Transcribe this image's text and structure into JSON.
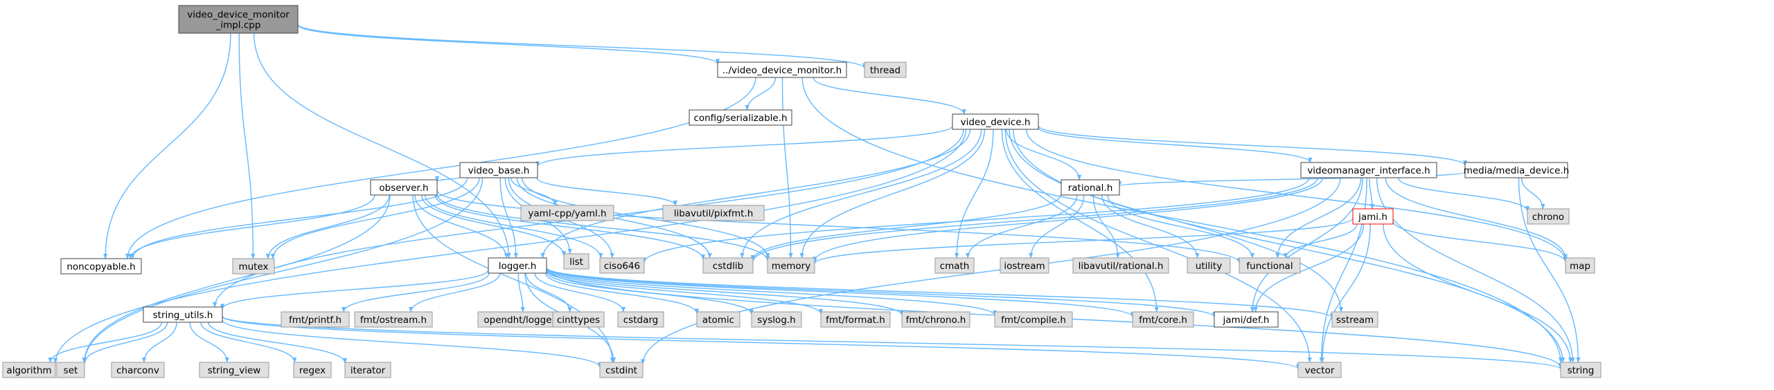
{
  "styles": {
    "edge_color": "#63b8ff",
    "root_fill": "#999999",
    "local_fill": "#ffffff",
    "system_fill": "#e0e0e0",
    "system_stroke": "#999999",
    "local_stroke": "#404040",
    "highlight_stroke": "#ff0000"
  },
  "nodes": [
    {
      "id": "root",
      "kind": "root",
      "lines": [
        "video_device_monitor",
        "_impl.cpp"
      ]
    },
    {
      "id": "thread",
      "kind": "system",
      "lines": [
        "thread"
      ]
    },
    {
      "id": "vdm_h",
      "kind": "local",
      "lines": [
        "../video_device_monitor.h"
      ]
    },
    {
      "id": "config",
      "kind": "local",
      "lines": [
        "config/serializable.h"
      ]
    },
    {
      "id": "video_device",
      "kind": "local",
      "lines": [
        "video_device.h"
      ]
    },
    {
      "id": "video_base",
      "kind": "local",
      "lines": [
        "video_base.h"
      ]
    },
    {
      "id": "vmi",
      "kind": "local",
      "lines": [
        "videomanager_interface.h"
      ]
    },
    {
      "id": "media_device",
      "kind": "local",
      "lines": [
        "media/media_device.h"
      ]
    },
    {
      "id": "yaml",
      "kind": "system",
      "lines": [
        "yaml-cpp/yaml.h"
      ]
    },
    {
      "id": "pixfmt",
      "kind": "system",
      "lines": [
        "libavutil/pixfmt.h"
      ]
    },
    {
      "id": "chrono",
      "kind": "system",
      "lines": [
        "chrono"
      ]
    },
    {
      "id": "observer",
      "kind": "local",
      "lines": [
        "observer.h"
      ]
    },
    {
      "id": "rational",
      "kind": "local",
      "lines": [
        "rational.h"
      ]
    },
    {
      "id": "jami",
      "kind": "highlight",
      "lines": [
        "jami.h"
      ]
    },
    {
      "id": "noncopyable",
      "kind": "local",
      "lines": [
        "noncopyable.h"
      ]
    },
    {
      "id": "mutex",
      "kind": "system",
      "lines": [
        "mutex"
      ]
    },
    {
      "id": "list",
      "kind": "system",
      "lines": [
        "list"
      ]
    },
    {
      "id": "ciso646",
      "kind": "system",
      "lines": [
        "ciso646"
      ]
    },
    {
      "id": "cstdlib",
      "kind": "system",
      "lines": [
        "cstdlib"
      ]
    },
    {
      "id": "memory",
      "kind": "system",
      "lines": [
        "memory"
      ]
    },
    {
      "id": "cmath",
      "kind": "system",
      "lines": [
        "cmath"
      ]
    },
    {
      "id": "iostream",
      "kind": "system",
      "lines": [
        "iostream"
      ]
    },
    {
      "id": "avrational",
      "kind": "system",
      "lines": [
        "libavutil/rational.h"
      ]
    },
    {
      "id": "utility",
      "kind": "system",
      "lines": [
        "utility"
      ]
    },
    {
      "id": "functional",
      "kind": "system",
      "lines": [
        "functional"
      ]
    },
    {
      "id": "map",
      "kind": "system",
      "lines": [
        "map"
      ]
    },
    {
      "id": "logger",
      "kind": "local",
      "lines": [
        "logger.h"
      ]
    },
    {
      "id": "string_utils",
      "kind": "local",
      "lines": [
        "string_utils.h"
      ]
    },
    {
      "id": "fmt_printf",
      "kind": "system",
      "lines": [
        "fmt/printf.h"
      ]
    },
    {
      "id": "fmt_ostream",
      "kind": "system",
      "lines": [
        "fmt/ostream.h"
      ]
    },
    {
      "id": "opendht",
      "kind": "system",
      "lines": [
        "opendht/logger.h"
      ]
    },
    {
      "id": "cinttypes",
      "kind": "system",
      "lines": [
        "cinttypes"
      ]
    },
    {
      "id": "cstdarg",
      "kind": "system",
      "lines": [
        "cstdarg"
      ]
    },
    {
      "id": "atomic",
      "kind": "system",
      "lines": [
        "atomic"
      ]
    },
    {
      "id": "syslog",
      "kind": "system",
      "lines": [
        "syslog.h"
      ]
    },
    {
      "id": "fmt_format",
      "kind": "system",
      "lines": [
        "fmt/format.h"
      ]
    },
    {
      "id": "fmt_chrono",
      "kind": "system",
      "lines": [
        "fmt/chrono.h"
      ]
    },
    {
      "id": "fmt_compile",
      "kind": "system",
      "lines": [
        "fmt/compile.h"
      ]
    },
    {
      "id": "fmt_core",
      "kind": "system",
      "lines": [
        "fmt/core.h"
      ]
    },
    {
      "id": "jami_def",
      "kind": "local",
      "lines": [
        "jami/def.h"
      ]
    },
    {
      "id": "sstream",
      "kind": "system",
      "lines": [
        "sstream"
      ]
    },
    {
      "id": "algorithm",
      "kind": "system",
      "lines": [
        "algorithm"
      ]
    },
    {
      "id": "set",
      "kind": "system",
      "lines": [
        "set"
      ]
    },
    {
      "id": "charconv",
      "kind": "system",
      "lines": [
        "charconv"
      ]
    },
    {
      "id": "string_view",
      "kind": "system",
      "lines": [
        "string_view"
      ]
    },
    {
      "id": "regex",
      "kind": "system",
      "lines": [
        "regex"
      ]
    },
    {
      "id": "iterator",
      "kind": "system",
      "lines": [
        "iterator"
      ]
    },
    {
      "id": "cstdint",
      "kind": "system",
      "lines": [
        "cstdint"
      ]
    },
    {
      "id": "vector",
      "kind": "system",
      "lines": [
        "vector"
      ]
    },
    {
      "id": "string",
      "kind": "system",
      "lines": [
        "string"
      ]
    }
  ],
  "edges": [
    [
      "root",
      "thread"
    ],
    [
      "root",
      "vdm_h"
    ],
    [
      "root",
      "noncopyable"
    ],
    [
      "root",
      "mutex"
    ],
    [
      "root",
      "logger"
    ],
    [
      "vdm_h",
      "config"
    ],
    [
      "vdm_h",
      "video_device"
    ],
    [
      "vdm_h",
      "noncopyable"
    ],
    [
      "vdm_h",
      "memory"
    ],
    [
      "vdm_h",
      "string"
    ],
    [
      "video_device",
      "video_base"
    ],
    [
      "video_device",
      "vmi"
    ],
    [
      "video_device",
      "media_device"
    ],
    [
      "video_device",
      "rational"
    ],
    [
      "video_device",
      "logger"
    ],
    [
      "video_device",
      "string_utils"
    ],
    [
      "video_device",
      "algorithm"
    ],
    [
      "video_device",
      "cmath"
    ],
    [
      "video_device",
      "map"
    ],
    [
      "video_device",
      "memory"
    ],
    [
      "video_device",
      "string"
    ],
    [
      "video_device",
      "vector"
    ],
    [
      "video_device",
      "sstream"
    ],
    [
      "video_device",
      "cstdlib"
    ],
    [
      "video_device",
      "fmt_core"
    ],
    [
      "video_base",
      "yaml"
    ],
    [
      "video_base",
      "pixfmt"
    ],
    [
      "video_base",
      "observer"
    ],
    [
      "video_base",
      "noncopyable"
    ],
    [
      "video_base",
      "mutex"
    ],
    [
      "video_base",
      "cstdlib"
    ],
    [
      "video_base",
      "memory"
    ],
    [
      "video_base",
      "set"
    ],
    [
      "video_base",
      "ciso646"
    ],
    [
      "video_base",
      "logger"
    ],
    [
      "video_base",
      "list"
    ],
    [
      "vmi",
      "jami"
    ],
    [
      "vmi",
      "chrono"
    ],
    [
      "vmi",
      "map"
    ],
    [
      "vmi",
      "functional"
    ],
    [
      "vmi",
      "memory"
    ],
    [
      "vmi",
      "cstdlib"
    ],
    [
      "vmi",
      "string"
    ],
    [
      "vmi",
      "vector"
    ],
    [
      "vmi",
      "cstdint"
    ],
    [
      "vmi",
      "jami_def"
    ],
    [
      "vmi",
      "ciso646"
    ],
    [
      "media_device",
      "chrono"
    ],
    [
      "media_device",
      "rational"
    ],
    [
      "media_device",
      "string"
    ],
    [
      "observer",
      "noncopyable"
    ],
    [
      "observer",
      "mutex"
    ],
    [
      "observer",
      "list"
    ],
    [
      "observer",
      "ciso646"
    ],
    [
      "observer",
      "cstdlib"
    ],
    [
      "observer",
      "memory"
    ],
    [
      "observer",
      "functional"
    ],
    [
      "observer",
      "set"
    ],
    [
      "observer",
      "logger"
    ],
    [
      "observer",
      "cstdint"
    ],
    [
      "rational",
      "cmath"
    ],
    [
      "rational",
      "iostream"
    ],
    [
      "rational",
      "avrational"
    ],
    [
      "rational",
      "utility"
    ],
    [
      "rational",
      "functional"
    ],
    [
      "rational",
      "cstdlib"
    ],
    [
      "jami",
      "jami_def"
    ],
    [
      "jami",
      "map"
    ],
    [
      "jami",
      "functional"
    ],
    [
      "jami",
      "string"
    ],
    [
      "jami",
      "vector"
    ],
    [
      "jami",
      "memory"
    ],
    [
      "logger",
      "string_utils"
    ],
    [
      "logger",
      "fmt_printf"
    ],
    [
      "logger",
      "fmt_ostream"
    ],
    [
      "logger",
      "opendht"
    ],
    [
      "logger",
      "cinttypes"
    ],
    [
      "logger",
      "cstdarg"
    ],
    [
      "logger",
      "atomic"
    ],
    [
      "logger",
      "syslog"
    ],
    [
      "logger",
      "fmt_format"
    ],
    [
      "logger",
      "fmt_chrono"
    ],
    [
      "logger",
      "fmt_compile"
    ],
    [
      "logger",
      "fmt_core"
    ],
    [
      "logger",
      "jami_def"
    ],
    [
      "logger",
      "sstream"
    ],
    [
      "logger",
      "string"
    ],
    [
      "logger",
      "cstdint"
    ],
    [
      "string_utils",
      "algorithm"
    ],
    [
      "string_utils",
      "set"
    ],
    [
      "string_utils",
      "charconv"
    ],
    [
      "string_utils",
      "string_view"
    ],
    [
      "string_utils",
      "regex"
    ],
    [
      "string_utils",
      "iterator"
    ],
    [
      "string_utils",
      "cstdint"
    ],
    [
      "string_utils",
      "vector"
    ],
    [
      "string_utils",
      "string"
    ]
  ]
}
